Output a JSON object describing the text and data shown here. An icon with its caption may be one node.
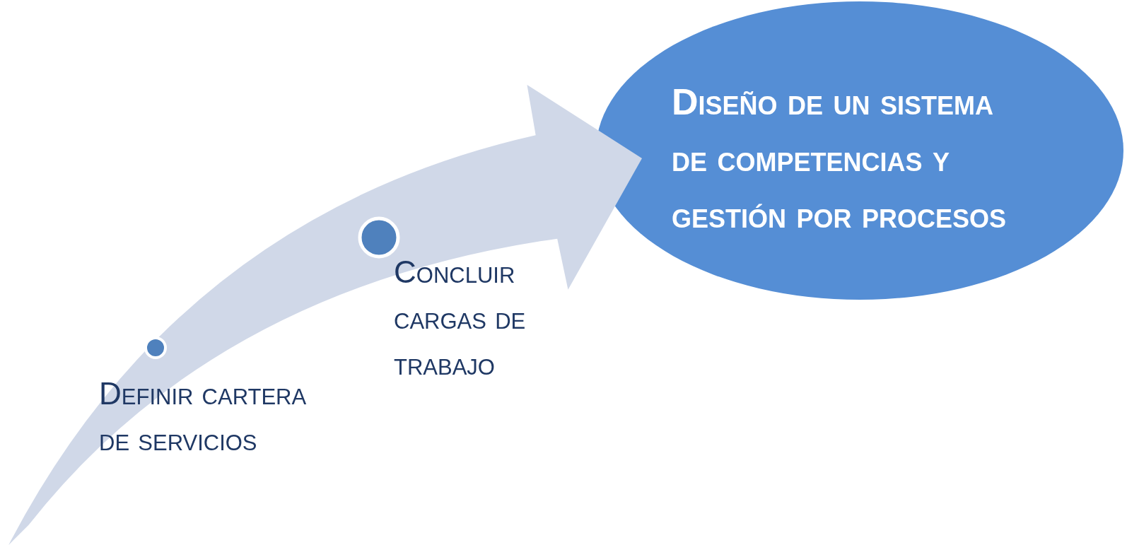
{
  "diagram": {
    "nodes": [
      {
        "text": [
          "Definir cartera de servicios"
        ]
      },
      {
        "text": [
          "Concluir cargas de trabajo"
        ]
      },
      {
        "text": [
          "Diseño de un sistema de competencias y gestión por procesos"
        ]
      }
    ],
    "edges": [
      {
        "from": null,
        "to": 2,
        "arrow": "to",
        "style": "thick"
      }
    ]
  }
}
